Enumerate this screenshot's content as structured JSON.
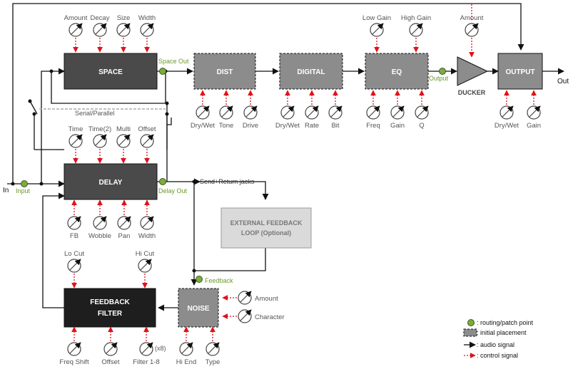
{
  "blocks": {
    "space": "SPACE",
    "dist": "DIST",
    "digital": "DIGITAL",
    "eq": "EQ",
    "output": "OUTPUT",
    "delay": "DELAY",
    "external_feedback_line1": "EXTERNAL FEEDBACK",
    "external_feedback_line2": "LOOP (Optional)",
    "feedback_filter_line1": "FEEDBACK",
    "feedback_filter_line2": "FILTER",
    "noise": "NOISE",
    "ducker": "DUCKER"
  },
  "io": {
    "in": "In",
    "out": "Out"
  },
  "patch_points": {
    "input": "Input",
    "space_out": "Space Out",
    "delay_out": "Delay Out",
    "output": "Output",
    "feedback": "Feedback"
  },
  "routing": {
    "serial_parallel": "Serial/Parallel",
    "send_return": "Send+Return jacks"
  },
  "controls": {
    "space": [
      "Amount",
      "Decay",
      "Size",
      "Width"
    ],
    "dist": [
      "Dry/Wet",
      "Tone",
      "Drive"
    ],
    "digital": [
      "Dry/Wet",
      "Rate",
      "Bit"
    ],
    "eq_top": [
      "Low Gain",
      "High Gain"
    ],
    "eq_bottom": [
      "Freq",
      "Gain",
      "Q"
    ],
    "ducker": "Amount",
    "output": [
      "Dry/Wet",
      "Gain"
    ],
    "delay_top": [
      "Time",
      "Time(2)",
      "Multi",
      "Offset"
    ],
    "delay_bottom": [
      "FB",
      "Wobble",
      "Pan",
      "Width"
    ],
    "filter_top": [
      "Lo Cut",
      "Hi Cut"
    ],
    "filter_bottom": [
      "Freq Shift",
      "Offset",
      "Filter 1-8"
    ],
    "filter_x8": "(x8)",
    "noise_right": [
      "Amount",
      "Character"
    ],
    "noise_bottom": [
      "Hi End",
      "Type"
    ]
  },
  "legend": {
    "routing_point": ": routing/patch point",
    "initial_placement": ": initial placement",
    "audio_signal": ": audio signal",
    "control_signal": ": control signal"
  },
  "colors": {
    "block_dark": "#4a4a4a",
    "block_fill": "#8c8c8c",
    "block_light": "#dadada",
    "filter_fill": "#1e1e1e",
    "patch_point": "#7dab3f",
    "patch_text": "#6a9a2c",
    "control_red": "#e0121b",
    "wire": "#111111",
    "label_grey": "#555555"
  }
}
